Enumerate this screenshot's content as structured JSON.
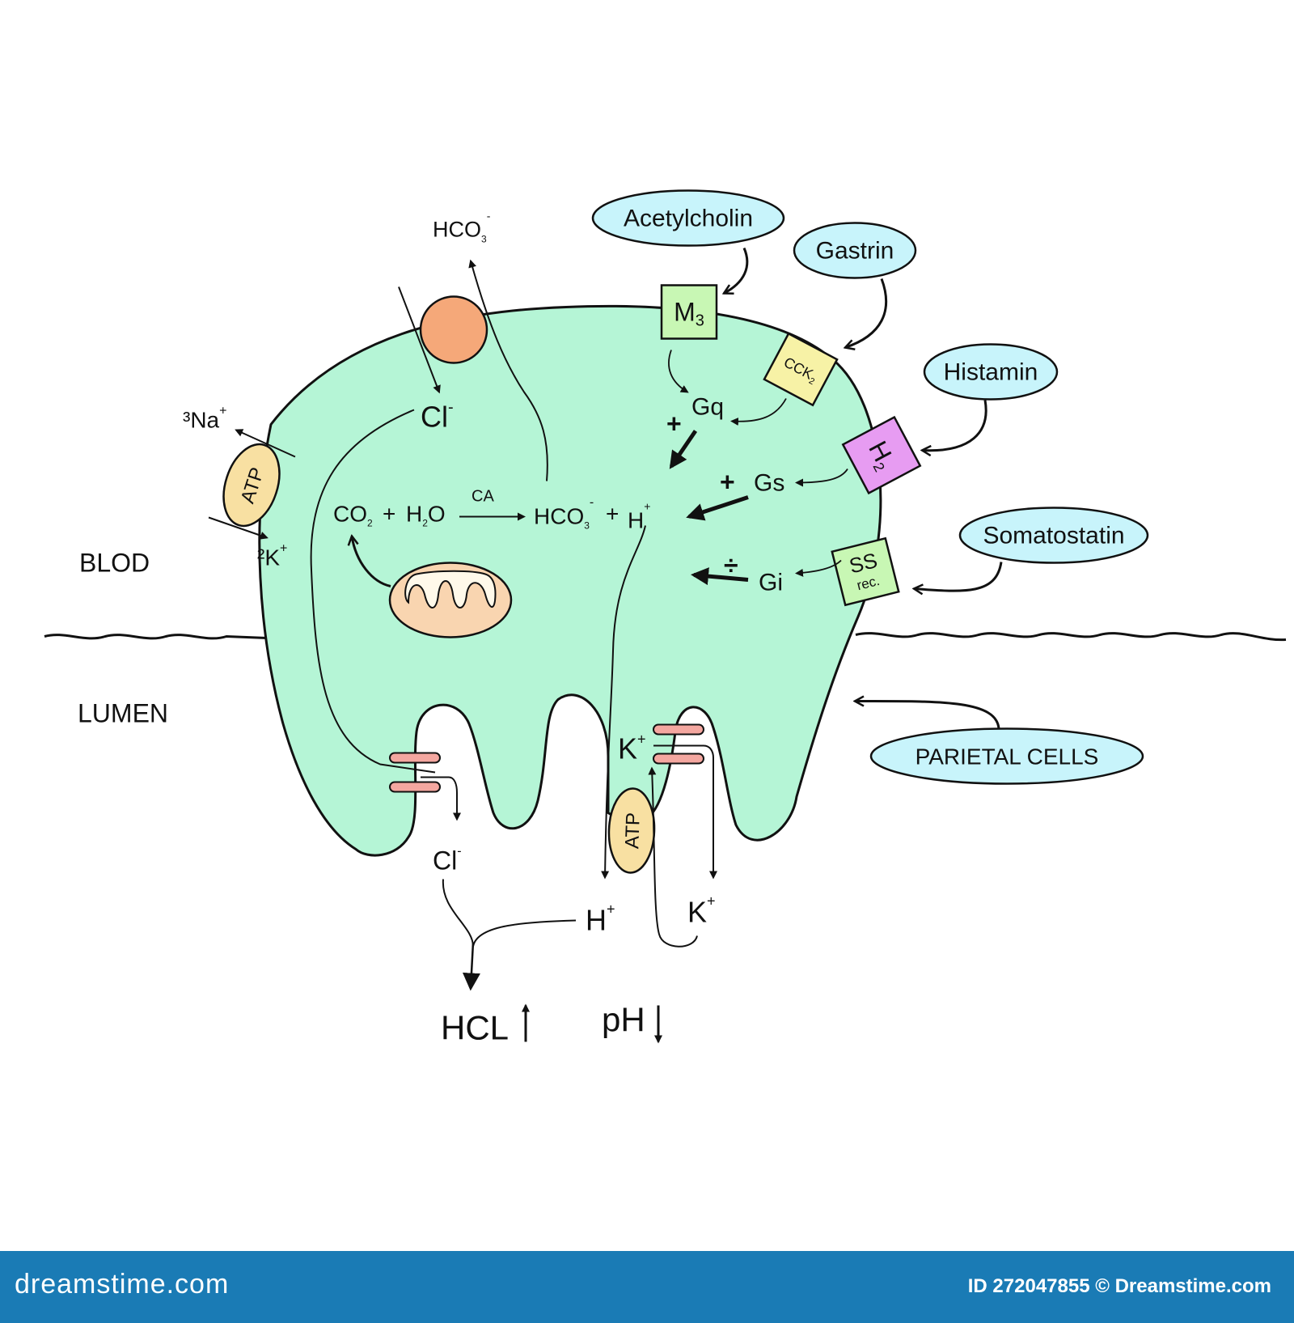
{
  "labels": {
    "blood": "BLOD",
    "lumen": "LUMEN",
    "parietal_cells": "PARIETAL CELLS"
  },
  "hormones": {
    "acetylcholine": "Acetylcholin",
    "gastrin": "Gastrin",
    "histamine": "Histamin",
    "somatostatin": "Somatostatin"
  },
  "receptors": {
    "m3_main": "M",
    "m3_sub": "3",
    "cck_main": "CCK",
    "cck_sub": "2",
    "h2_main": "H",
    "h2_sub": "2",
    "ss_main": "SS",
    "ss_sub": "rec."
  },
  "gproteins": {
    "gq": "Gq",
    "gs": "Gs",
    "gi": "Gi",
    "plus": "+",
    "divide": "÷"
  },
  "ions": {
    "hco3_top": "HCO",
    "hco3_top_sub": "3",
    "hco3_top_sup": "-",
    "cl_main": "Cl",
    "cl_main_sup": "-",
    "na_prefix": "³Na",
    "na_sup": "+",
    "k_prefix": "²K",
    "k_sup": "+",
    "atp": "ATP",
    "k_upper": "K",
    "k_upper_sup": "+",
    "cl_lumen": "Cl",
    "cl_lumen_sup": "-",
    "h_lumen": "H",
    "h_lumen_sup": "+",
    "k_lumen": "K",
    "k_lumen_sup": "+"
  },
  "reaction": {
    "co2": "CO",
    "co2_sub": "2",
    "plus1": "+",
    "h2o_h": "H",
    "h2o_sub": "2",
    "h2o_o": "O",
    "enzyme": "CA",
    "hco3": "HCO",
    "hco3_sub": "3",
    "hco3_sup": "-",
    "plus2": "+",
    "h": "H",
    "h_sup": "+"
  },
  "result": {
    "hcl": "HCL",
    "ph": "pH"
  },
  "footer": {
    "brand": "dreamstime.com",
    "id_text": "ID 272047855 © Dreamstime.com"
  },
  "colors": {
    "cell": "#b5f5d6",
    "hormone_bubble": "#c8f4fb",
    "receptor_green": "#c8f7b4",
    "receptor_yellow": "#f7f2a6",
    "receptor_purple": "#e79cf2",
    "channel": "#f4a7a0",
    "atp_pump": "#f8e0a2",
    "exchanger": "#f5a879",
    "mitochondrion": "#f9d5b0",
    "footer": "#1a7bb5"
  }
}
